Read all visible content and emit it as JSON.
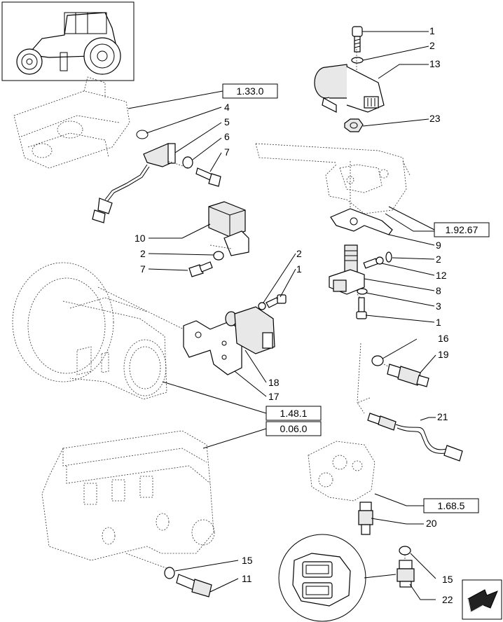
{
  "references": {
    "r1_33_0": "1.33.0",
    "r1_92_67": "1.92.67",
    "r1_48_1": "1.48.1",
    "r0_06_0": "0.06.0",
    "r1_68_5": "1.68.5"
  },
  "callouts": {
    "c1a": "1",
    "c2a": "2",
    "c13": "13",
    "c23": "23",
    "c4": "4",
    "c5": "5",
    "c6": "6",
    "c7a": "7",
    "c10": "10",
    "c2b": "2",
    "c7b": "7",
    "c2c": "2",
    "c1b": "1",
    "c18": "18",
    "c17": "17",
    "c9": "9",
    "c2d": "2",
    "c12": "12",
    "c8": "8",
    "c3": "3",
    "c1c": "1",
    "c16": "16",
    "c19": "19",
    "c21": "21",
    "c20": "20",
    "c15a": "15",
    "c11": "11",
    "c15b": "15",
    "c22": "22"
  },
  "icons": {
    "tractor": "tractor-thumbnail-icon",
    "nav": "next-page-arrow-icon"
  }
}
